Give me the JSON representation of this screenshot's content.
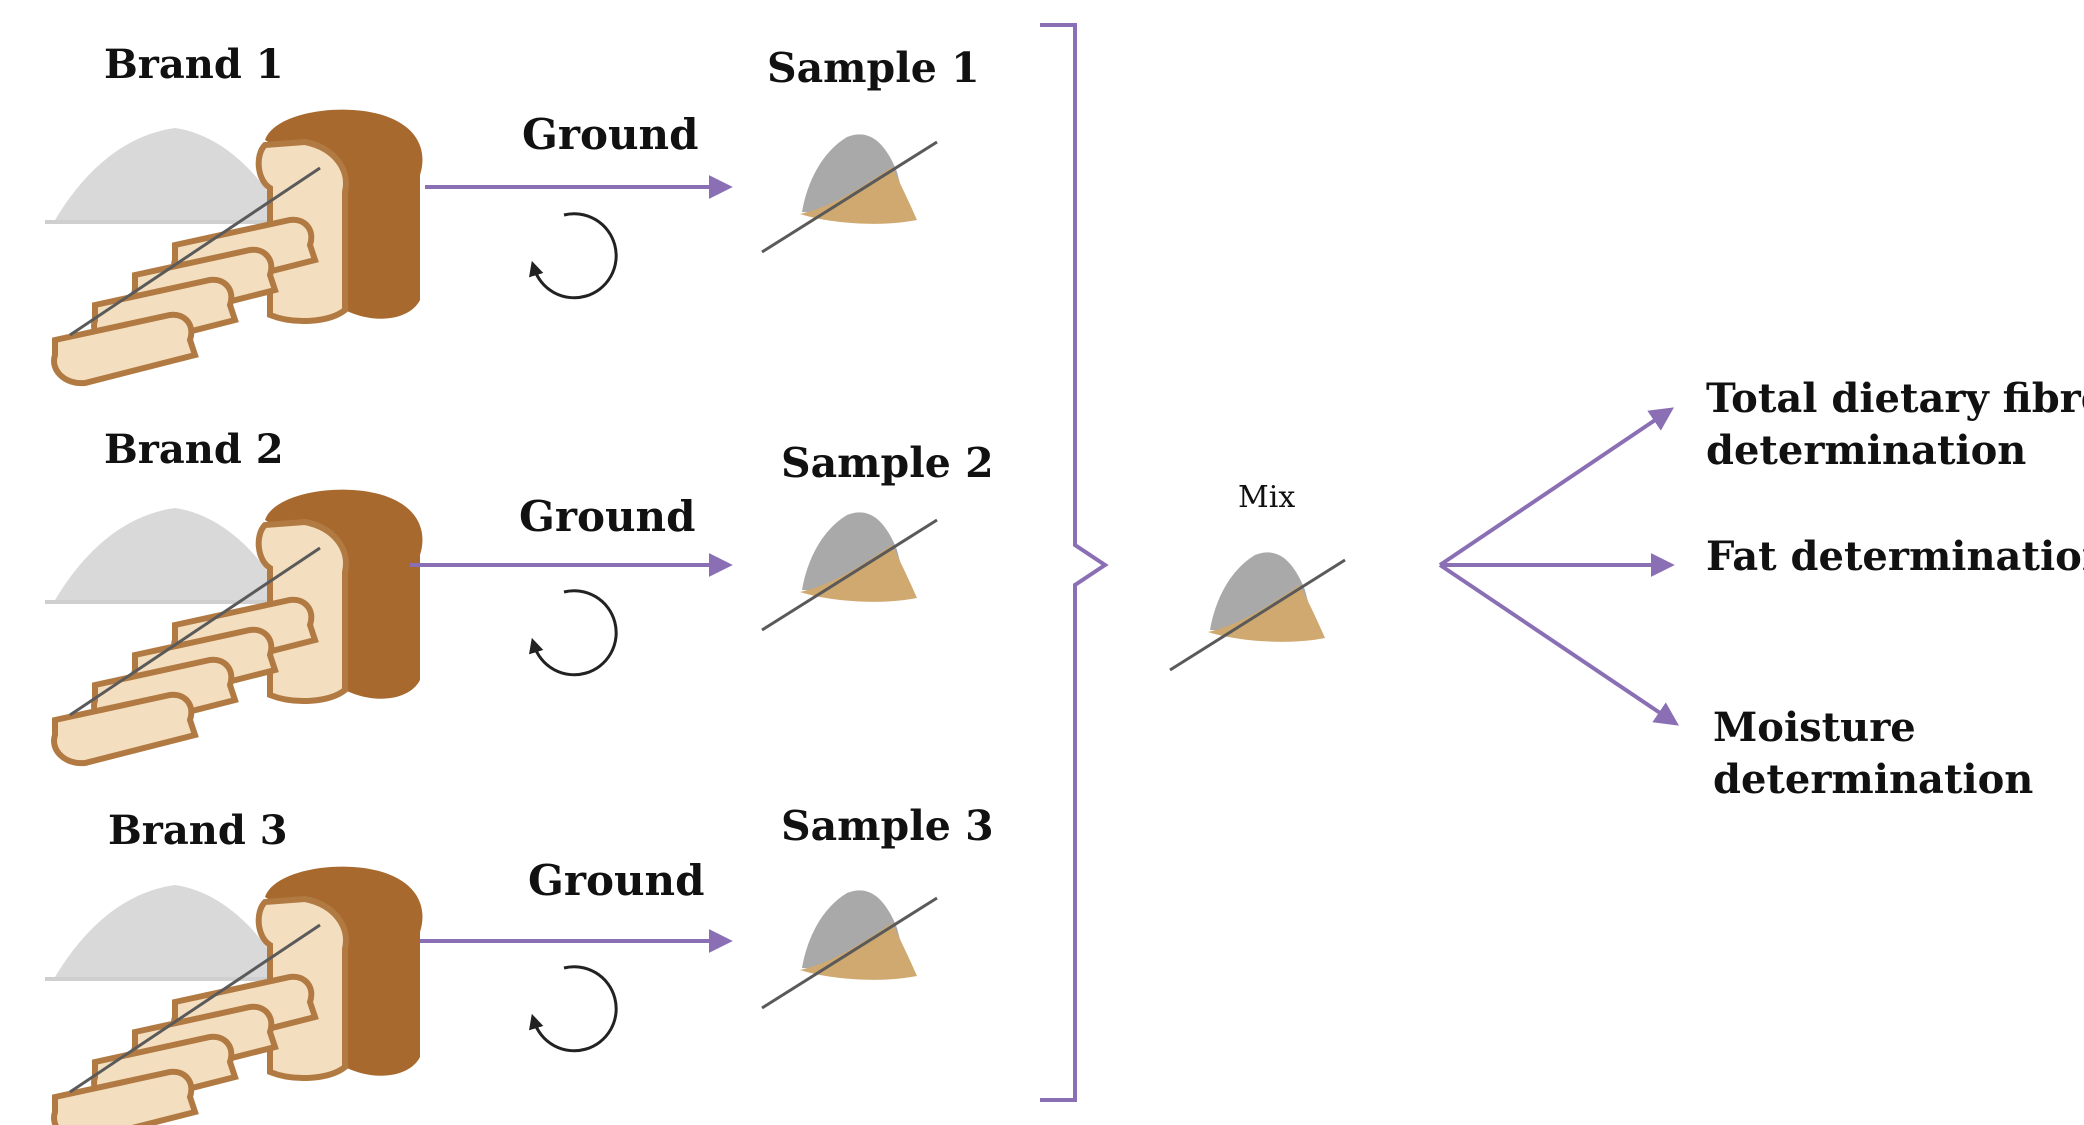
{
  "brands": [
    {
      "label": "Brand 1",
      "process_label": "Ground",
      "sample_label": "Sample 1"
    },
    {
      "label": "Brand 2",
      "process_label": "Ground",
      "sample_label": "Sample 2"
    },
    {
      "label": "Brand 3",
      "process_label": "Ground",
      "sample_label": "Sample 3"
    }
  ],
  "mix_label": "Mix",
  "outputs": {
    "fibre_line1": "Total dietary fibre",
    "fibre_line2": "determination",
    "fat": "Fat determination",
    "moisture_line1": "Moisture",
    "moisture_line2": "determination"
  },
  "colors": {
    "arrow": "#8a6fb5",
    "brace": "#8a6fb5",
    "crust": "#a8692e",
    "crumb": "#f3dfc0",
    "flour": "#d8d8d8",
    "powder_gray": "#a9a9a9",
    "powder_tan": "#cfa96f"
  }
}
